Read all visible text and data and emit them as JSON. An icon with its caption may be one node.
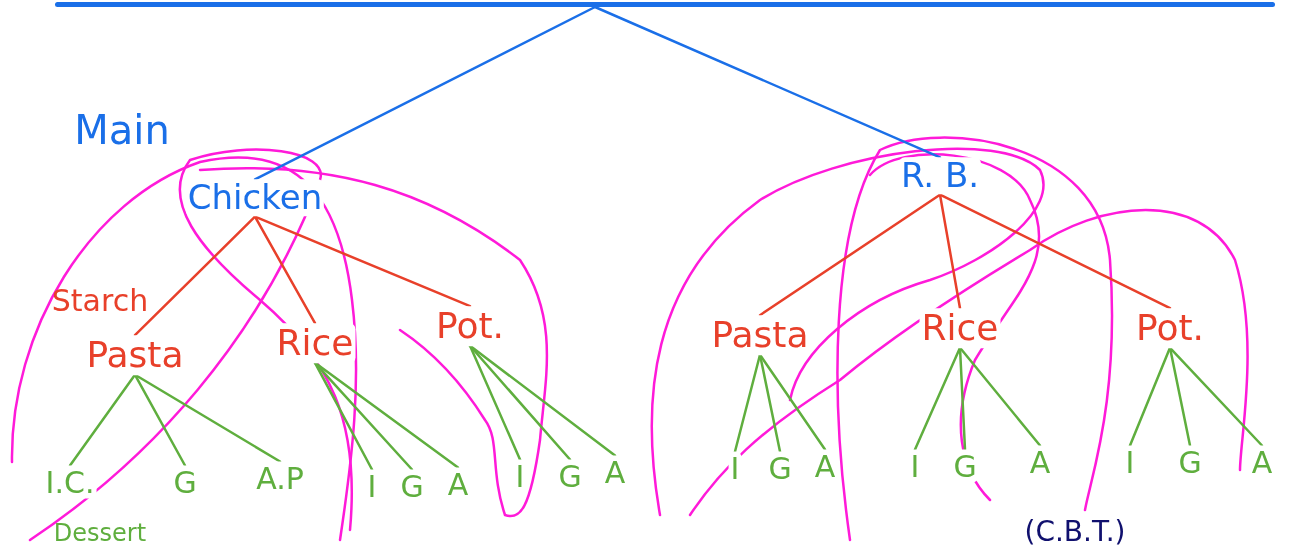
{
  "diagram": {
    "nodes": [
      {
        "text": [],
        "shape": "bar"
      },
      {
        "text": [
          "Chicken"
        ]
      },
      {
        "text": [
          "R. B."
        ]
      },
      {
        "text": [
          "Pasta"
        ]
      },
      {
        "text": [
          "Rice"
        ]
      },
      {
        "text": [
          "Pot."
        ]
      },
      {
        "text": [
          "Pasta"
        ]
      },
      {
        "text": [
          "Rice"
        ]
      },
      {
        "text": [
          "Pot."
        ]
      },
      {
        "text": [
          "I.C."
        ]
      },
      {
        "text": [
          "G"
        ]
      },
      {
        "text": [
          "A.P"
        ]
      },
      {
        "text": [
          "I"
        ]
      },
      {
        "text": [
          "G"
        ]
      },
      {
        "text": [
          "A"
        ]
      },
      {
        "text": [
          "I"
        ]
      },
      {
        "text": [
          "G"
        ]
      },
      {
        "text": [
          "A"
        ]
      },
      {
        "text": [
          "I"
        ]
      },
      {
        "text": [
          "G"
        ]
      },
      {
        "text": [
          "A"
        ]
      },
      {
        "text": [
          "I"
        ]
      },
      {
        "text": [
          "G"
        ]
      },
      {
        "text": [
          "A"
        ]
      },
      {
        "text": [
          "I"
        ]
      },
      {
        "text": [
          "G"
        ]
      },
      {
        "text": [
          "A"
        ]
      }
    ],
    "edges": [
      {
        "from": 0,
        "to": 1,
        "arrow": "none",
        "color": "#1a6fe8"
      },
      {
        "from": 0,
        "to": 2,
        "arrow": "none",
        "color": "#1a6fe8"
      },
      {
        "from": 1,
        "to": 3,
        "arrow": "none",
        "color": "#e8402a"
      },
      {
        "from": 1,
        "to": 4,
        "arrow": "none",
        "color": "#e8402a"
      },
      {
        "from": 1,
        "to": 5,
        "arrow": "none",
        "color": "#e8402a"
      },
      {
        "from": 2,
        "to": 6,
        "arrow": "none",
        "color": "#e8402a"
      },
      {
        "from": 2,
        "to": 7,
        "arrow": "none",
        "color": "#e8402a"
      },
      {
        "from": 2,
        "to": 8,
        "arrow": "none",
        "color": "#e8402a"
      },
      {
        "from": 3,
        "to": 9,
        "arrow": "none"
      },
      {
        "from": 3,
        "to": 10,
        "arrow": "none"
      },
      {
        "from": 3,
        "to": 11,
        "arrow": "none"
      },
      {
        "from": 4,
        "to": 12,
        "arrow": "none"
      },
      {
        "from": 4,
        "to": 13,
        "arrow": "none"
      },
      {
        "from": 4,
        "to": 14,
        "arrow": "none"
      },
      {
        "from": 5,
        "to": 15,
        "arrow": "none"
      },
      {
        "from": 5,
        "to": 16,
        "arrow": "none"
      },
      {
        "from": 5,
        "to": 17,
        "arrow": "none"
      },
      {
        "from": 6,
        "to": 18,
        "arrow": "none"
      },
      {
        "from": 6,
        "to": 19,
        "arrow": "none"
      },
      {
        "from": 6,
        "to": 20,
        "arrow": "none"
      },
      {
        "from": 7,
        "to": 21,
        "arrow": "none"
      },
      {
        "from": 7,
        "to": 22,
        "arrow": "none"
      },
      {
        "from": 7,
        "to": 23,
        "arrow": "none"
      },
      {
        "from": 8,
        "to": 24,
        "arrow": "none"
      },
      {
        "from": 8,
        "to": 25,
        "arrow": "none"
      },
      {
        "from": 8,
        "to": 26,
        "arrow": "none"
      }
    ],
    "labels": [
      "Main",
      "Starch",
      "Dessert",
      "(C.B.T.)"
    ]
  }
}
